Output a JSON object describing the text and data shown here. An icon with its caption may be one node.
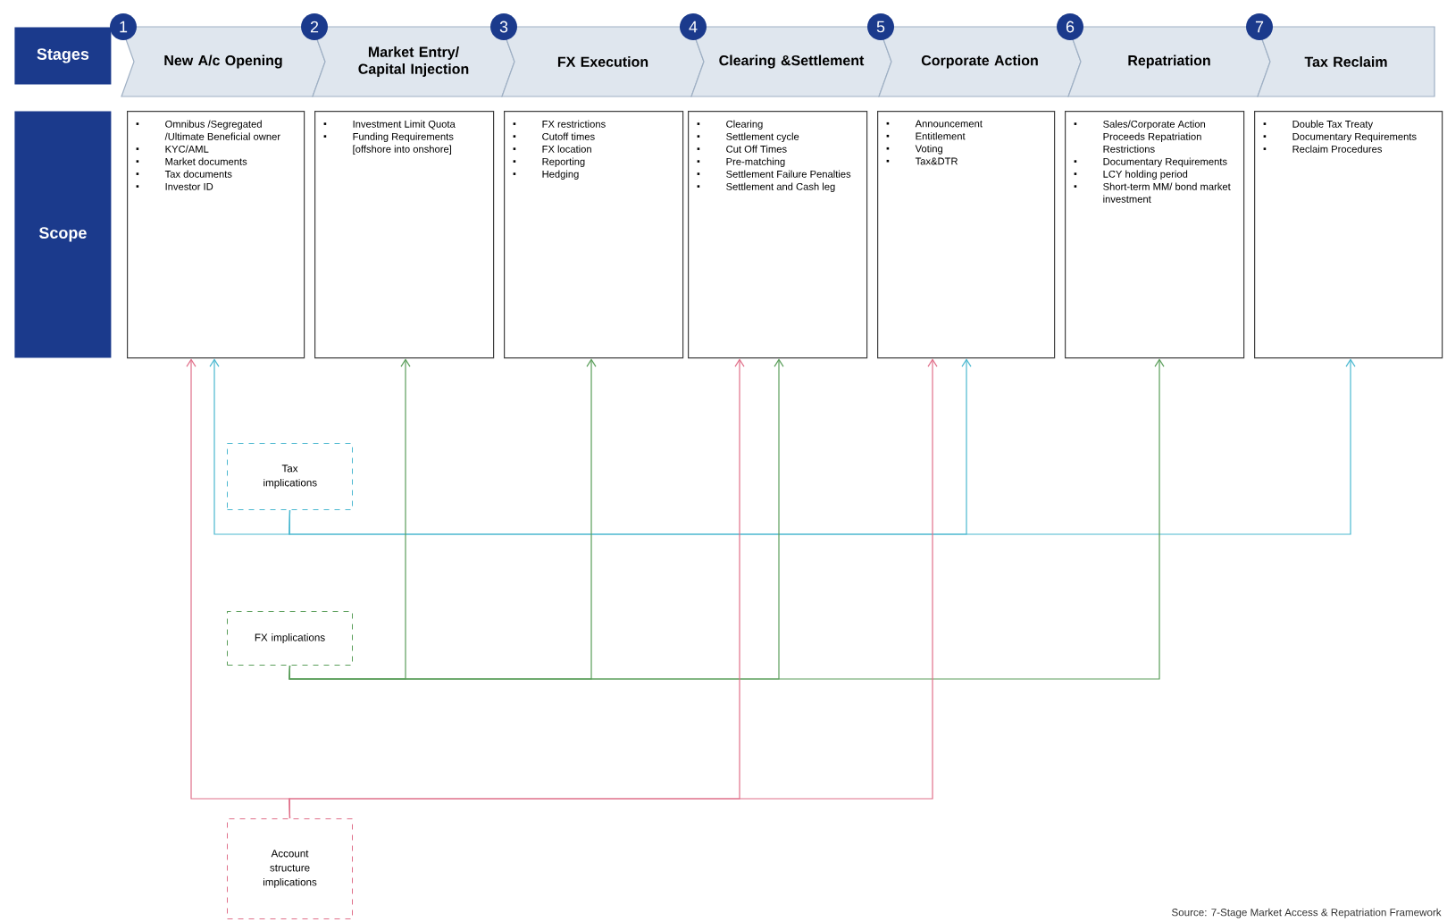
{
  "diagram": {
    "nodes": [
      {
        "text": [
          "Stages"
        ]
      },
      {
        "text": [
          "Scope"
        ]
      },
      {
        "text": [
          "New A/c Opening"
        ],
        "beside": [
          "1"
        ]
      },
      {
        "text": [
          "Market Entry/ Capital Injection"
        ],
        "beside": [
          "2"
        ]
      },
      {
        "text": [
          "FX Execution"
        ],
        "beside": [
          "3"
        ]
      },
      {
        "text": [
          "Clearing &Settlement"
        ],
        "beside": [
          "4"
        ]
      },
      {
        "text": [
          "Corporate Action"
        ],
        "beside": [
          "5"
        ]
      },
      {
        "text": [
          "Repatriation"
        ],
        "beside": [
          "6"
        ]
      },
      {
        "text": [
          "Tax Reclaim"
        ],
        "beside": [
          "7"
        ]
      },
      {
        "text": [
          "Omnibus /Segregated /Ultimate Beneficial owner",
          "KYC/AML",
          "Market documents",
          "Tax documents",
          "Investor ID"
        ]
      },
      {
        "text": [
          "Investment Limit Quota",
          "Funding Requirements [offshore into onshore]"
        ]
      },
      {
        "text": [
          "FX restrictions",
          "Cutoff times",
          "FX location",
          "Reporting",
          "Hedging"
        ]
      },
      {
        "text": [
          "Clearing",
          "Settlement cycle",
          "Cut Off Times",
          "Pre-matching",
          "Settlement Failure Penalties",
          "Settlement and Cash leg"
        ]
      },
      {
        "text": [
          "Announcement",
          "Entitlement",
          "Voting",
          "Tax&DTR"
        ]
      },
      {
        "text": [
          "Sales/Corporate Action Proceeds Repatriation Restrictions",
          "Documentary Requirements",
          "LCY holding period",
          "Short-term MM/ bond market investment"
        ]
      },
      {
        "text": [
          "Double Tax Treaty",
          "Documentary Requirements",
          "Reclaim Procedures"
        ]
      },
      {
        "text": [
          "Tax implications"
        ]
      },
      {
        "text": [
          "FX implications"
        ]
      },
      {
        "text": [
          "Account structure implications"
        ]
      }
    ],
    "edges": [
      {
        "from": 16,
        "to": 9,
        "arrow": "to",
        "color": "#4bb8d0"
      },
      {
        "from": 16,
        "to": 13,
        "arrow": "to",
        "color": "#4bb8d0"
      },
      {
        "from": 16,
        "to": 15,
        "arrow": "to",
        "color": "#4bb8d0"
      },
      {
        "from": 17,
        "to": 10,
        "arrow": "to",
        "color": "#5a9e5a"
      },
      {
        "from": 17,
        "to": 11,
        "arrow": "to",
        "color": "#5a9e5a"
      },
      {
        "from": 17,
        "to": 12,
        "arrow": "to",
        "color": "#5a9e5a"
      },
      {
        "from": 17,
        "to": 14,
        "arrow": "to",
        "color": "#5a9e5a"
      },
      {
        "from": 18,
        "to": 9,
        "arrow": "to",
        "color": "#e0708a"
      },
      {
        "from": 18,
        "to": 12,
        "arrow": "to",
        "color": "#e0708a"
      },
      {
        "from": 18,
        "to": 13,
        "arrow": "to",
        "color": "#e0708a"
      }
    ],
    "labels": [
      "Source: 7-Stage Market Access & Repatriation Framework"
    ]
  }
}
